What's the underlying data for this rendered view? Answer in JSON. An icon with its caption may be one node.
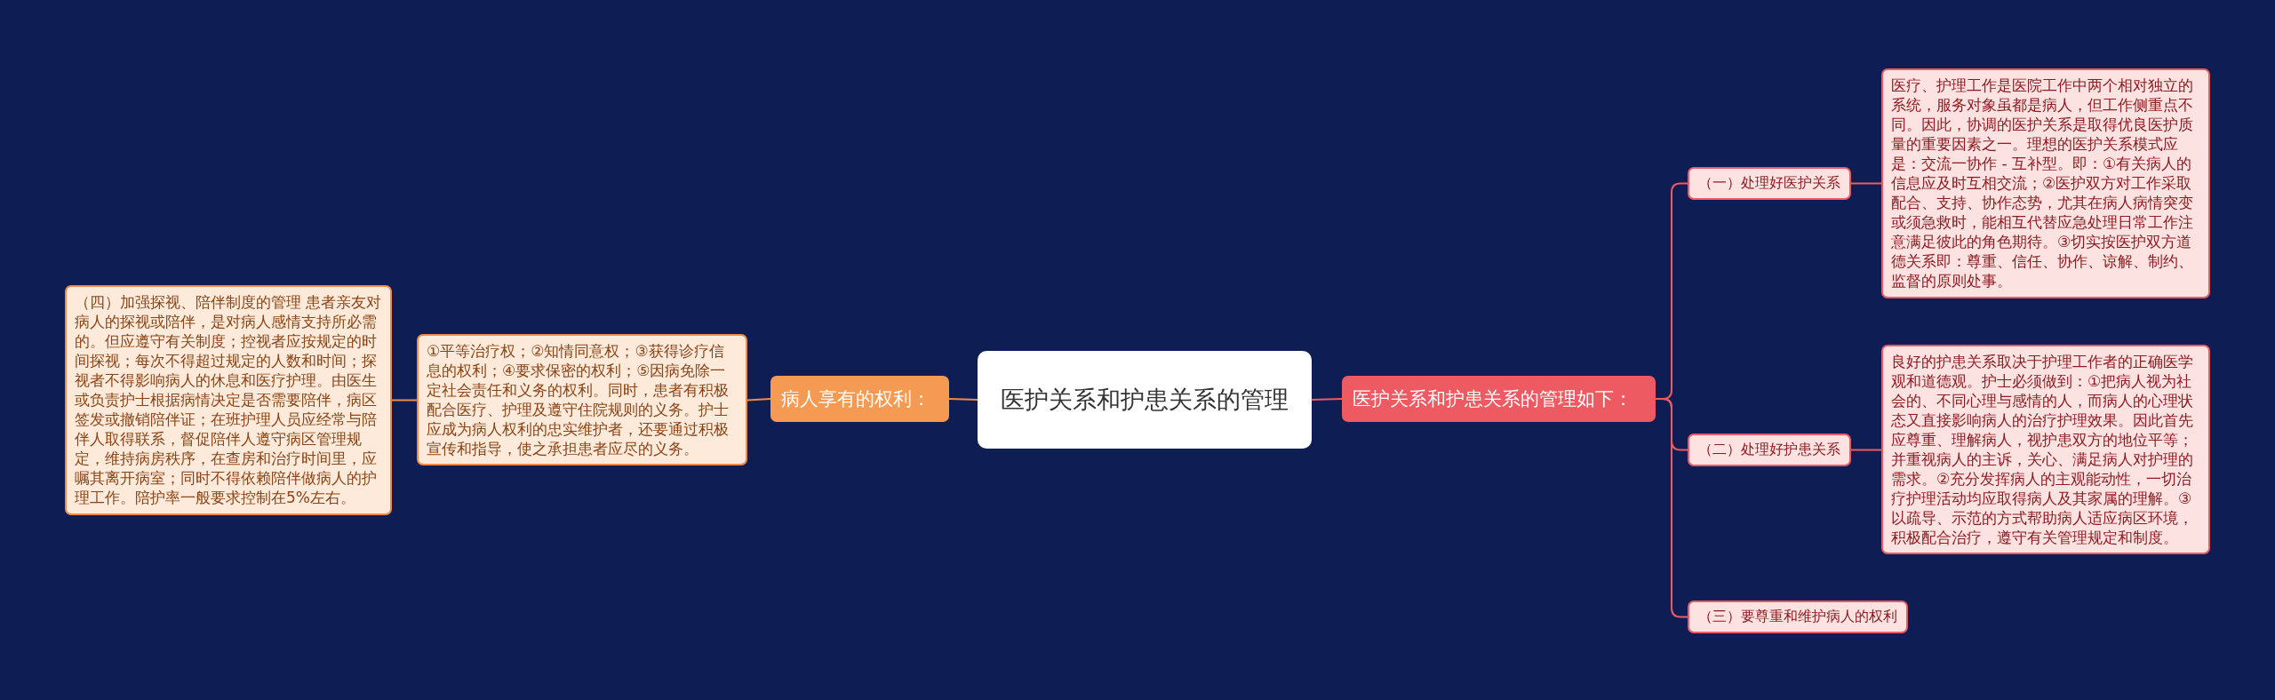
{
  "diagram": {
    "nodes": [
      {
        "text": [
          "医护关系和护患关系的管理"
        ]
      },
      {
        "text": [
          "病人享有的权利："
        ]
      },
      {
        "text": [
          "①平等治疗权；②知情同意权；③获得诊疗信息的权利；④要求保密的权利；⑤因病免除一定社会责任和义务的权利。同时，患者有积极配合医疗、护理及遵守住院规则的义务。护士应成为病人权利的忠实维护者，还要通过积极宣传和指导，使之承担患者应尽的义务。"
        ]
      },
      {
        "text": [
          "（四）加强探视、陪伴制度的管理 患者亲友对病人的探视或陪伴，是对病人感情支持所必需的。但应遵守有关制度；控视者应按规定的时间探视；每次不得超过规定的人数和时间；探视者不得影响病人的休息和医疗护理。由医生或负责护士根据病情决定是否需要陪伴，病区签发或撤销陪伴证；在班护理人员应经常与陪伴人取得联系，督促陪伴人遵守病区管理规定，维持病房秩序，在查房和治疗时间里，应嘱其离开病室；同时不得依赖陪伴做病人的护理工作。陪护率一般要求控制在5%左右。"
        ]
      },
      {
        "text": [
          "医护关系和护患关系的管理如下："
        ]
      },
      {
        "text": [
          "（一）处理好医护关系"
        ]
      },
      {
        "text": [
          "医疗、护理工作是医院工作中两个相对独立的系统，服务对象虽都是病人，但工作侧重点不同。因此，协调的医护关系是取得优良医护质量的重要因素之一。理想的医护关系模式应是：交流一协作 - 互补型。即：①有关病人的信息应及时互相交流；②医护双方对工作采取配合、支持、协作态势，尤其在病人病情突变或须急救时，能相互代替应急处理日常工作注意满足彼此的角色期待。③切实按医护双方道德关系即：尊重、信任、协作、谅解、制约、监督的原则处事。"
        ]
      },
      {
        "text": [
          "（二）处理好护患关系"
        ]
      },
      {
        "text": [
          "良好的护患关系取决于护理工作者的正确医学观和道德观。护士必须做到：①把病人视为社会的、不同心理与感情的人，而病人的心理状态又直接影响病人的治疗护理效果。因此首先应尊重、理解病人，视护患双方的地位平等；并重视病人的主诉，关心、满足病人对护理的需求。②充分发挥病人的主观能动性，一切治疗护理活动均应取得病人及其家属的理解。③以疏导、示范的方式帮助病人适应病区环境，积极配合治疗，遵守有关管理规定和制度。"
        ]
      },
      {
        "text": [
          "（三）要尊重和维护病人的权利"
        ]
      }
    ],
    "edges": [
      {
        "from": 0,
        "to": 1,
        "arrow": "none",
        "color": "#f08a4b"
      },
      {
        "from": 1,
        "to": 2,
        "arrow": "none",
        "color": "#f08a4b"
      },
      {
        "from": 2,
        "to": 3,
        "arrow": "none",
        "color": "#f08a4b"
      },
      {
        "from": 0,
        "to": 4,
        "arrow": "none"
      },
      {
        "from": 4,
        "to": 5,
        "arrow": "none"
      },
      {
        "from": 5,
        "to": 6,
        "arrow": "none"
      },
      {
        "from": 4,
        "to": 7,
        "arrow": "none"
      },
      {
        "from": 7,
        "to": 8,
        "arrow": "none"
      },
      {
        "from": 4,
        "to": 9,
        "arrow": "none"
      }
    ]
  }
}
